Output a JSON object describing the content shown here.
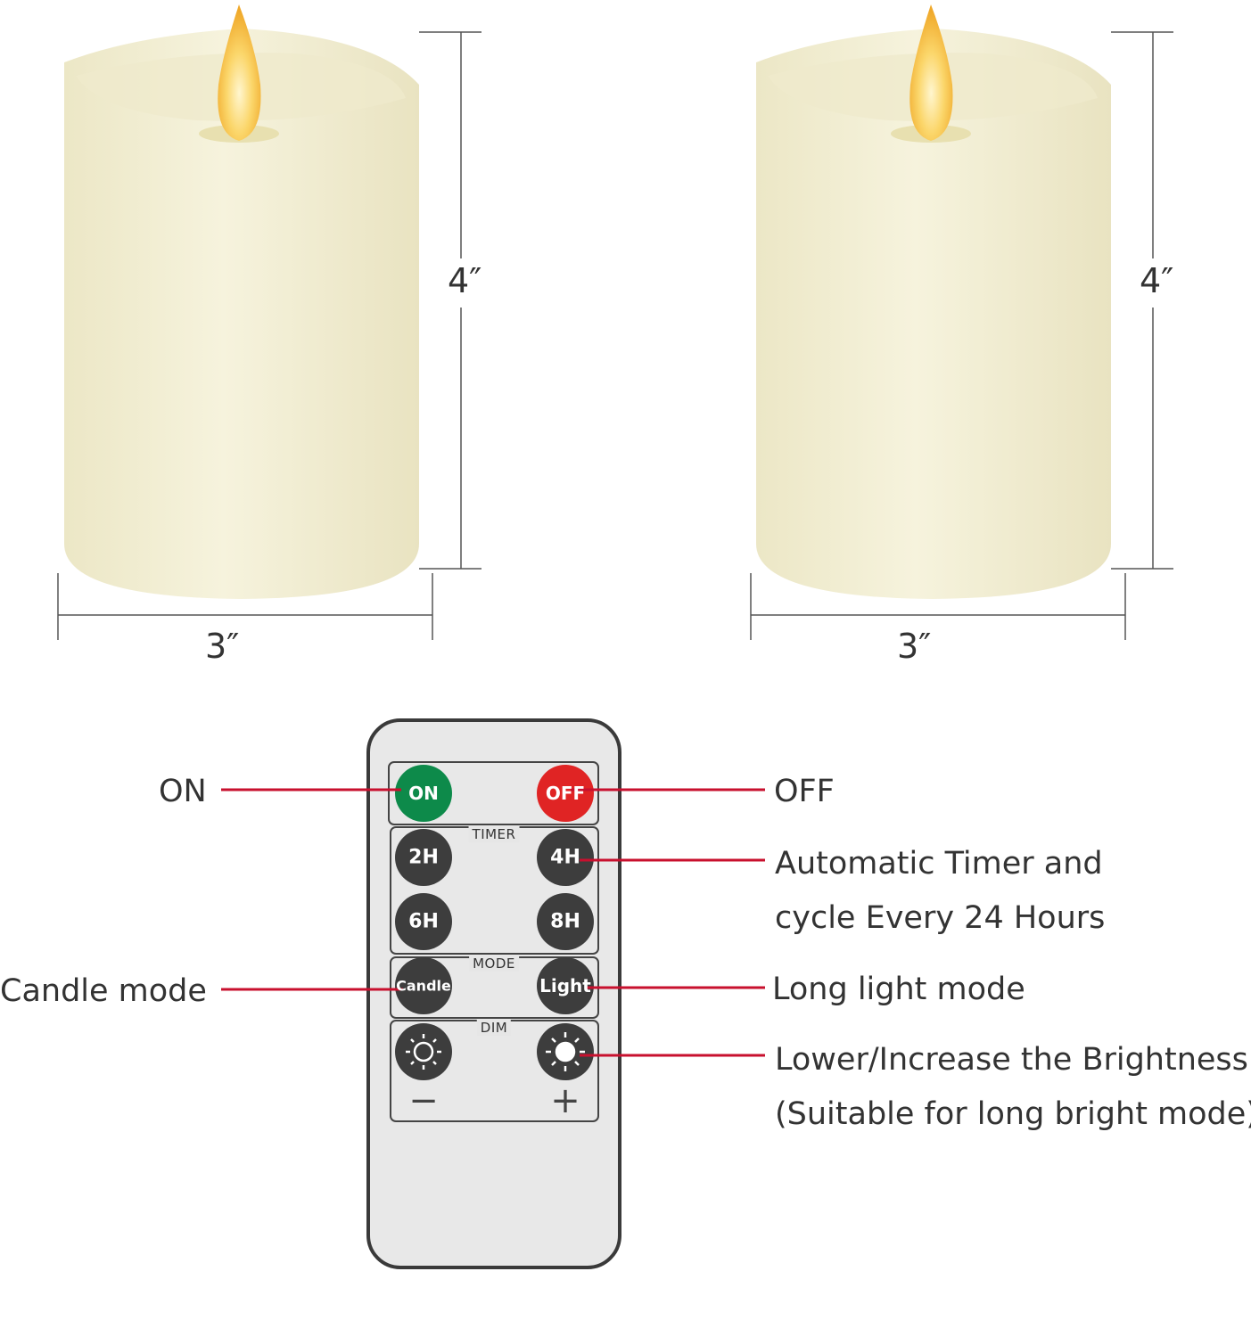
{
  "colors": {
    "candle_wax": "#f3efd6",
    "flame": "#f7c24a",
    "remote_body": "#e8e8e8",
    "remote_border": "#3a3a3a",
    "button_dark": "#3d3d3d",
    "button_on": "#0d8a4a",
    "button_off": "#e02424",
    "callout_line": "#c8102e"
  },
  "candles": [
    {
      "height_label": "4″",
      "width_label": "3″"
    },
    {
      "height_label": "4″",
      "width_label": "3″"
    }
  ],
  "remote": {
    "on_label": "ON",
    "off_label": "OFF",
    "timer_section": "TIMER",
    "timer_buttons": [
      "2H",
      "4H",
      "6H",
      "8H"
    ],
    "mode_section": "MODE",
    "mode_buttons": [
      "Candle",
      "Light"
    ],
    "dim_section": "DIM",
    "dim_minus": "−",
    "dim_plus": "+",
    "dim_minus_icon": "sun-outline-icon",
    "dim_plus_icon": "sun-filled-icon"
  },
  "callouts": {
    "on": "ON",
    "off": "OFF",
    "timer_line1": "Automatic Timer and",
    "timer_line2": "cycle Every 24 Hours",
    "candle_mode": "Candle mode",
    "light_mode": "Long light mode",
    "dim_line1": "Lower/Increase the Brightness",
    "dim_line2": "(Suitable for long bright mode)"
  }
}
